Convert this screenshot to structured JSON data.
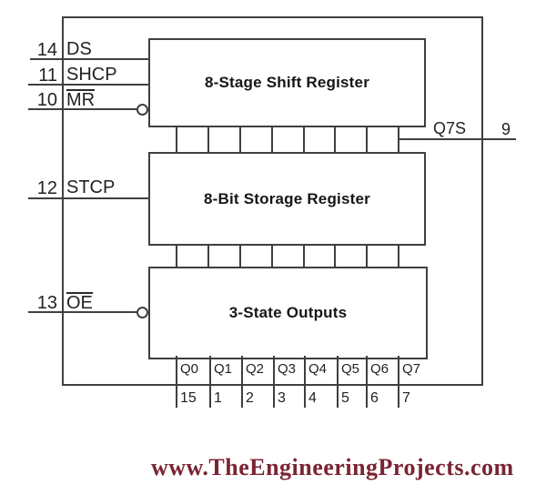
{
  "colors": {
    "line": "#3f3f3f",
    "text": "#1d1d1d",
    "watermark": "#7a2433",
    "background": "#ffffff"
  },
  "blocks": {
    "shift_register": "8-Stage Shift Register",
    "storage_register": "8-Bit Storage Register",
    "tristate_outputs": "3-State Outputs"
  },
  "left_pins": [
    {
      "number": "14",
      "label": "DS"
    },
    {
      "number": "11",
      "label": "SHCP"
    },
    {
      "number": "10",
      "label": "MR"
    },
    {
      "number": "12",
      "label": "STCP"
    },
    {
      "number": "13",
      "label": "OE"
    }
  ],
  "serial_out": {
    "label": "Q7S",
    "number": "9"
  },
  "outputs": [
    {
      "label": "Q0",
      "number": "15"
    },
    {
      "label": "Q1",
      "number": "1"
    },
    {
      "label": "Q2",
      "number": "2"
    },
    {
      "label": "Q3",
      "number": "3"
    },
    {
      "label": "Q4",
      "number": "4"
    },
    {
      "label": "Q5",
      "number": "5"
    },
    {
      "label": "Q6",
      "number": "6"
    },
    {
      "label": "Q7",
      "number": "7"
    }
  ],
  "watermark": {
    "text": "www.TheEngineeringProjects.com"
  }
}
